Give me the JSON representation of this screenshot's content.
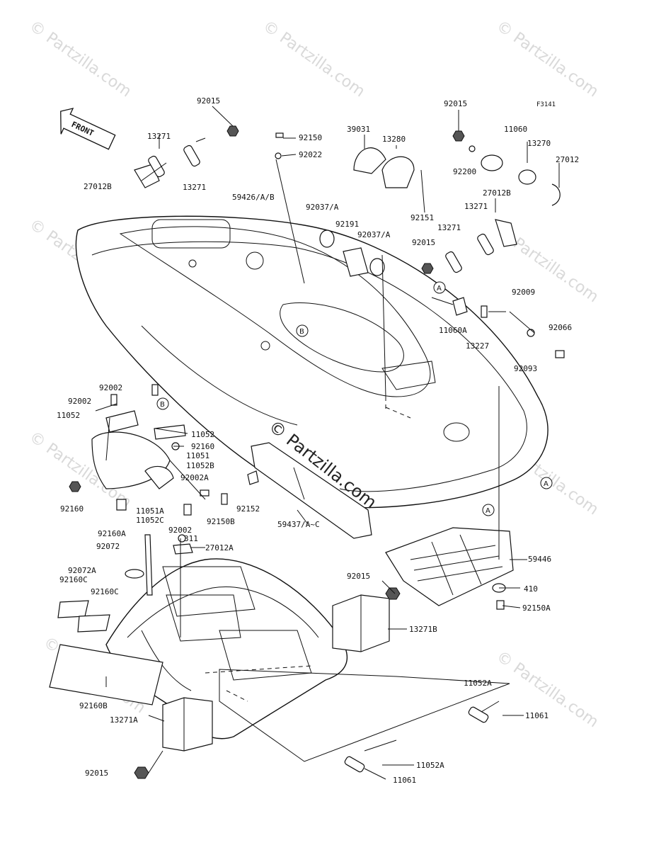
{
  "figure_code": "F3141",
  "front_label": "FRONT",
  "watermark": "© Partzilla.com",
  "callouts": {
    "a": "A",
    "b": "B"
  },
  "parts": [
    "92015",
    "13271",
    "13271",
    "27012B",
    "92150",
    "92022",
    "39031",
    "13280",
    "92015",
    "11060",
    "92200",
    "13270",
    "27012",
    "59426/A/B",
    "92037/A",
    "92151",
    "27012B",
    "13271",
    "92191",
    "92037/A",
    "13271",
    "92015",
    "92009",
    "11060A",
    "13227",
    "92066",
    "92093",
    "92002",
    "92002",
    "11052",
    "11052",
    "92160",
    "11051",
    "11052B",
    "92002A",
    "92160",
    "11051A",
    "11052C",
    "92150B",
    "92152",
    "59437/A~C",
    "92160A",
    "92002",
    "92072",
    "311",
    "27012A",
    "59446",
    "92072A",
    "92160C",
    "92160C",
    "92015",
    "410",
    "92150A",
    "13271B",
    "92160B",
    "13271A",
    "92015",
    "11052A",
    "11061",
    "11052A",
    "11061"
  ]
}
